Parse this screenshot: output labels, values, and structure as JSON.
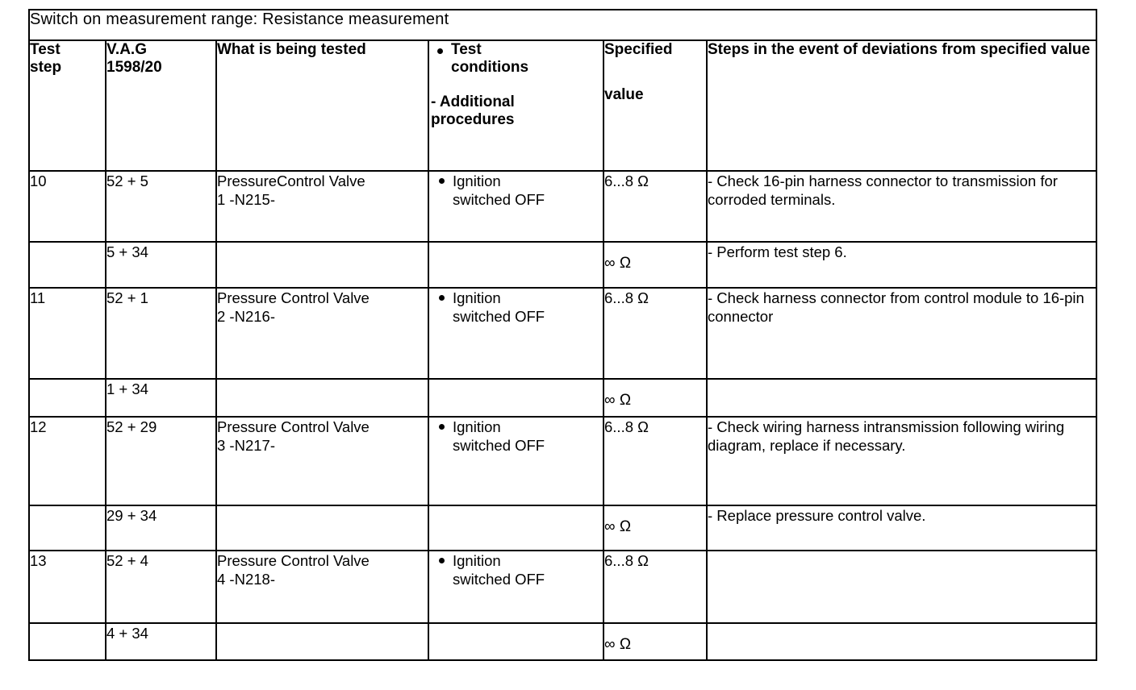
{
  "table": {
    "title": "Switch on measurement range: Resistance measurement",
    "headers": {
      "test_step": "Test\nstep",
      "vag": "V.A.G\n1598/20",
      "what_tested": "What is being tested",
      "conditions_bullet_line1": "Test",
      "conditions_bullet_line2": "conditions",
      "conditions_dash": "- Additional\nprocedures",
      "specified_line1": "Specified",
      "specified_line2": "value",
      "steps": "Steps in the event of deviations from specified value"
    },
    "rows": [
      {
        "test_step": "10",
        "vag": "52 + 5",
        "what_tested": "PressureControl Valve\n1 -N215-",
        "condition_line1": "Ignition",
        "condition_line2": "switched OFF",
        "specified": "6...8 Ω",
        "steps": "- Check 16-pin harness connector to transmission for corroded terminals."
      },
      {
        "test_step": "",
        "vag": "5 + 34",
        "what_tested": "",
        "condition_line1": "",
        "condition_line2": "",
        "specified": "∞ Ω",
        "steps": "- Perform test step 6."
      },
      {
        "test_step": "11",
        "vag": "52 + 1",
        "what_tested": "Pressure Control Valve\n2 -N216-",
        "condition_line1": "Ignition",
        "condition_line2": "switched OFF",
        "specified": "6...8 Ω",
        "steps": "- Check harness connector from control module to 16-pin connector"
      },
      {
        "test_step": "",
        "vag": "1 + 34",
        "what_tested": "",
        "condition_line1": "",
        "condition_line2": "",
        "specified": "∞ Ω",
        "steps": ""
      },
      {
        "test_step": "12",
        "vag": "52 + 29",
        "what_tested": "Pressure Control Valve\n3 -N217-",
        "condition_line1": "Ignition",
        "condition_line2": "switched OFF",
        "specified": "6...8 Ω",
        "steps": "- Check wiring harness intransmission following wiring diagram, replace if necessary."
      },
      {
        "test_step": "",
        "vag": "29 + 34",
        "what_tested": "",
        "condition_line1": "",
        "condition_line2": "",
        "specified": "∞ Ω",
        "steps": "- Replace pressure control valve."
      },
      {
        "test_step": "13",
        "vag": "52 + 4",
        "what_tested": "Pressure Control Valve\n4 -N218-",
        "condition_line1": "Ignition",
        "condition_line2": "switched OFF",
        "specified": "6...8 Ω",
        "steps": ""
      },
      {
        "test_step": "",
        "vag": "4 + 34",
        "what_tested": "",
        "condition_line1": "",
        "condition_line2": "",
        "specified": "∞ Ω",
        "steps": ""
      }
    ]
  }
}
